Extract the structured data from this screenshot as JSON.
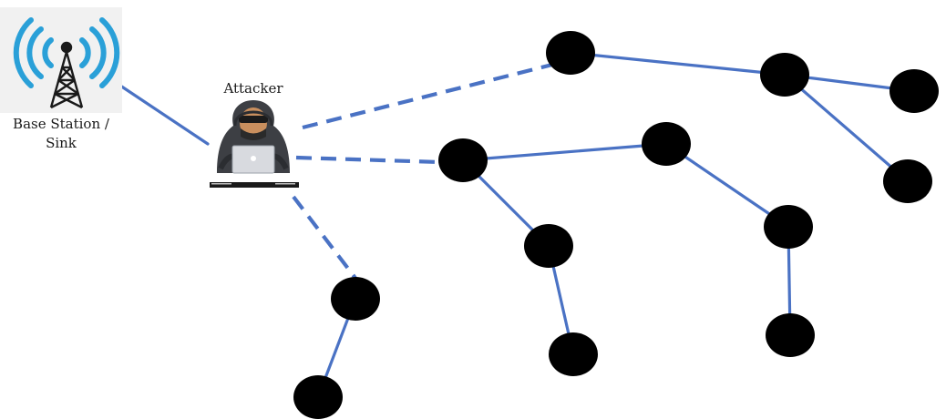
{
  "labels": {
    "base_station_line1": "Base Station /",
    "base_station_line2": "Sink",
    "attacker": "Attacker"
  },
  "colors": {
    "link": "#4a72c4",
    "node": "#000000",
    "antenna_waves": "#2aa0d8"
  },
  "icons": {
    "base_station": "radio-tower-icon",
    "attacker": "hacker-laptop-icon"
  }
}
